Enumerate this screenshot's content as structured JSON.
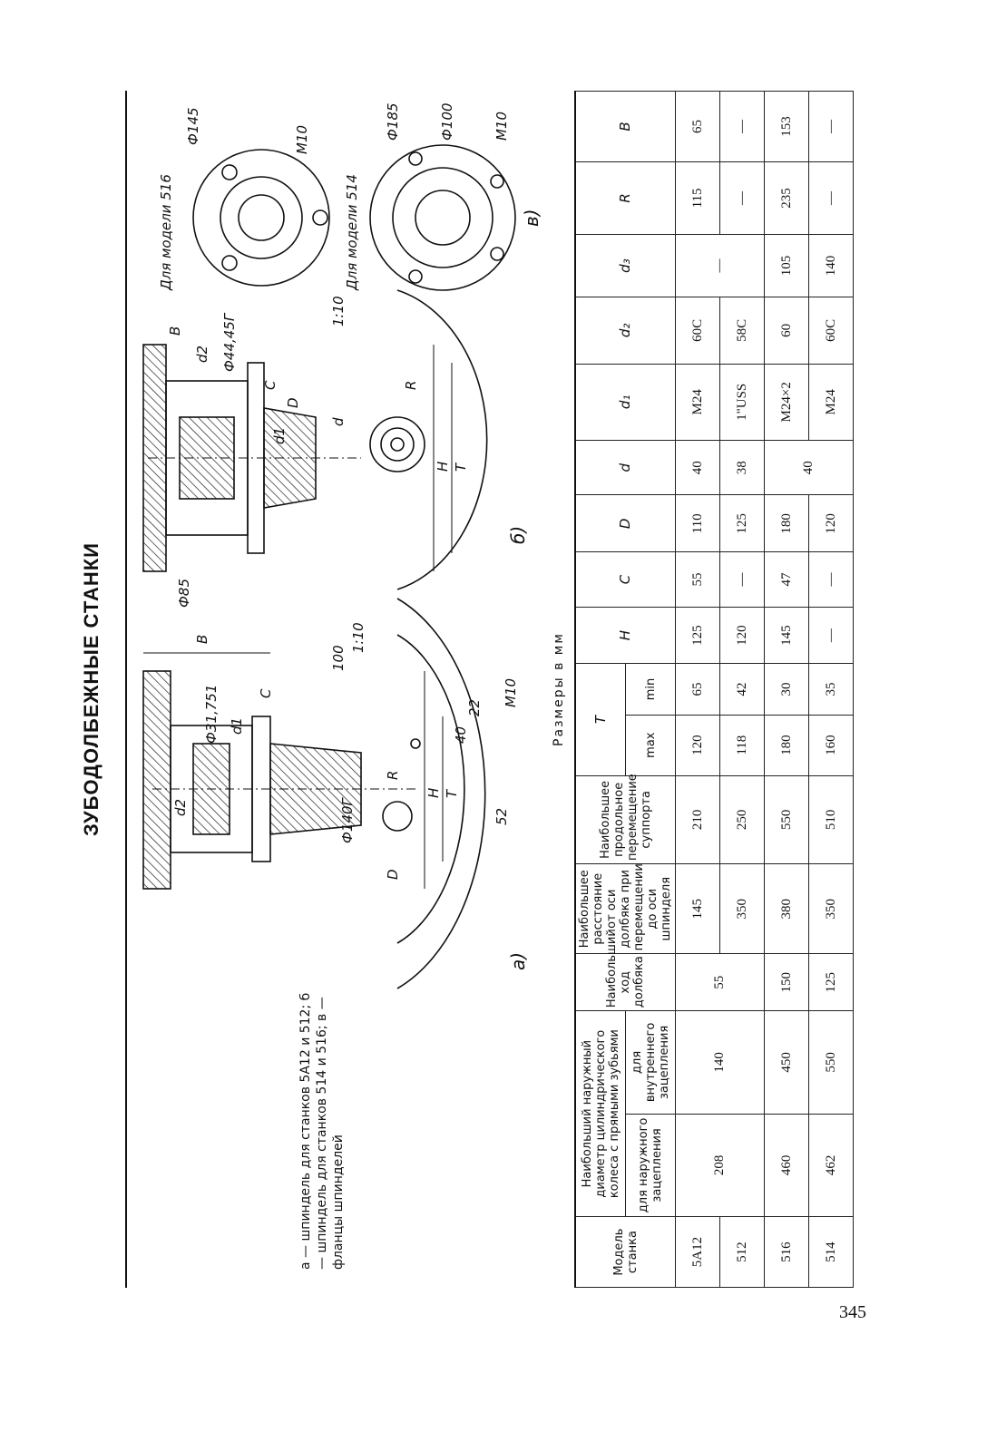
{
  "title": "ЗУБОДОЛБЕЖНЫЕ СТАНКИ",
  "page_number": "345",
  "caption": "а — шпиндель для станков 5А12 и 512; б — шпиндель для станков 514 и 516; в — фланцы шпинделей",
  "units_label": "Размеры в мм",
  "drawings": {
    "a": {
      "label": "а)",
      "dims": [
        "H",
        "T",
        "40",
        "22",
        "Ф140Г",
        "d2",
        "Ф31,751",
        "d1",
        "B",
        "C",
        "100",
        "1:10",
        "52",
        "R",
        "D",
        "M10"
      ]
    },
    "b": {
      "label": "б)",
      "dims": [
        "Ф85",
        "H",
        "T",
        "C",
        "d1",
        "D",
        "d",
        "Ф44,45Г",
        "d2",
        "B",
        "1:10",
        "R"
      ]
    },
    "c": {
      "label": "в)",
      "model_516": "Для модели 516",
      "model_514": "Для модели 514",
      "dims": [
        "Ф145",
        "M10",
        "Ф185",
        "Ф100",
        "M10"
      ]
    }
  },
  "table": {
    "headers": {
      "model": "Модель станка",
      "max_diameter": "Наибольший наружный диаметр цилиндрического колеса с прямыми зубьями",
      "external": "для наружного зацепления",
      "internal": "для внутреннего зацепления",
      "stroke": "Наибольший ход долбяка",
      "distance": "Наибольшее расстояние от оси долбяка при перемещении до оси шпинделя",
      "travel": "Наибольшее продольное перемещение суппорта",
      "T": "T",
      "max": "max",
      "min": "min",
      "H": "H",
      "C": "C",
      "D": "D",
      "d": "d",
      "d1": "d₁",
      "d2": "d₂",
      "d3": "d₃",
      "R": "R",
      "B": "B"
    },
    "rows": [
      {
        "model": "5А12",
        "ext": "208",
        "int": "140",
        "stroke": "55",
        "dist": "145",
        "travel": "210",
        "tmax": "120",
        "tmin": "65",
        "H": "125",
        "C": "55",
        "D": "110",
        "d": "40",
        "d1": "M24",
        "d2": "60С",
        "d3": "—",
        "R": "115",
        "B": "65"
      },
      {
        "model": "512",
        "ext": "",
        "int": "",
        "stroke": "",
        "dist": "350",
        "travel": "250",
        "tmax": "118",
        "tmin": "42",
        "H": "120",
        "C": "—",
        "D": "125",
        "d": "38",
        "d1": "1\"USS",
        "d2": "58С",
        "d3": "",
        "R": "—",
        "B": "—"
      },
      {
        "model": "516",
        "ext": "460",
        "int": "450",
        "stroke": "150",
        "dist": "380",
        "travel": "550",
        "tmax": "180",
        "tmin": "30",
        "H": "145",
        "C": "47",
        "D": "180",
        "d": "40",
        "d1": "M24×2",
        "d2": "60",
        "d3": "105",
        "R": "235",
        "B": "153"
      },
      {
        "model": "514",
        "ext": "462",
        "int": "550",
        "stroke": "125",
        "dist": "350",
        "travel": "510",
        "tmax": "160",
        "tmin": "35",
        "H": "—",
        "C": "—",
        "D": "120",
        "d": "",
        "d1": "M24",
        "d2": "60С",
        "d3": "140",
        "R": "—",
        "B": "—"
      }
    ]
  }
}
